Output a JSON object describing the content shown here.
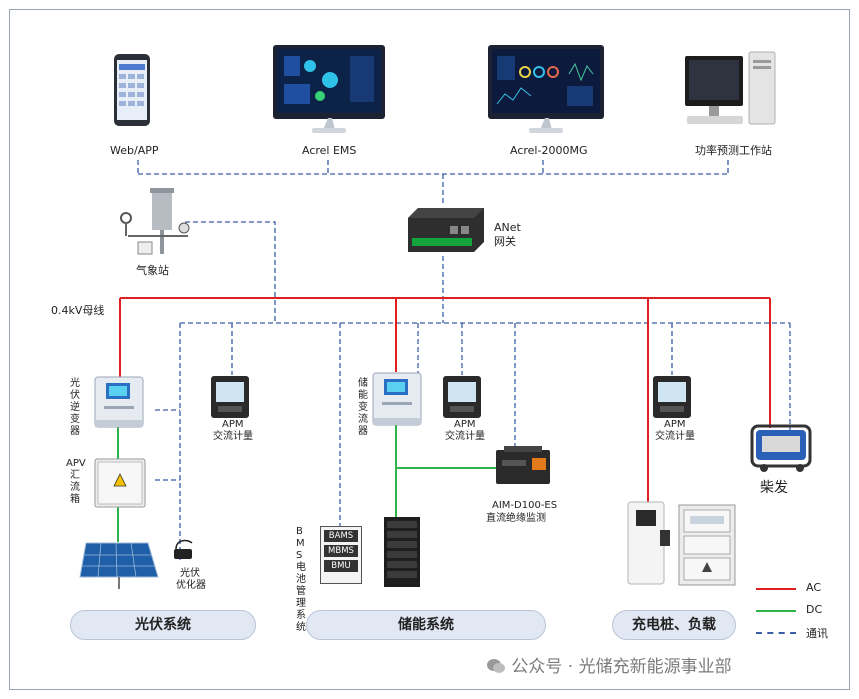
{
  "top_devices": {
    "web_app": "Web/APP",
    "acrel_ems": "Acrel EMS",
    "acrel_2000mg": "Acrel-2000MG",
    "forecast_ws": "功率预测工作站"
  },
  "gateway": {
    "name": "ANet",
    "sub": "网关"
  },
  "weather": "气象站",
  "bus": "0.4kV母线",
  "pv": {
    "inverter": "光伏逆变器",
    "combiner_prefix": "APV",
    "combiner": "汇流箱",
    "optimizer_1": "光伏",
    "optimizer_2": "优化器",
    "system": "光伏系统"
  },
  "apm": {
    "name": "APM",
    "sub": "交流计量"
  },
  "storage": {
    "pcs": "储能变流器",
    "system": "储能系统"
  },
  "bms": {
    "title": "BMS电池管理系统",
    "items": [
      "BAMS",
      "MBMS",
      "BMU"
    ]
  },
  "aim": {
    "name": "AIM-D100-ES",
    "sub": "直流绝缘监测"
  },
  "charging": {
    "system": "充电桩、负载"
  },
  "diesel": "柴发",
  "legend": {
    "ac": "AC",
    "dc": "DC",
    "comm": "通讯"
  },
  "colors": {
    "ac": "#e02020",
    "dc": "#2fb34a",
    "comm": "#3a5fa8"
  },
  "watermark": "公众号 · 光储充新能源事业部"
}
